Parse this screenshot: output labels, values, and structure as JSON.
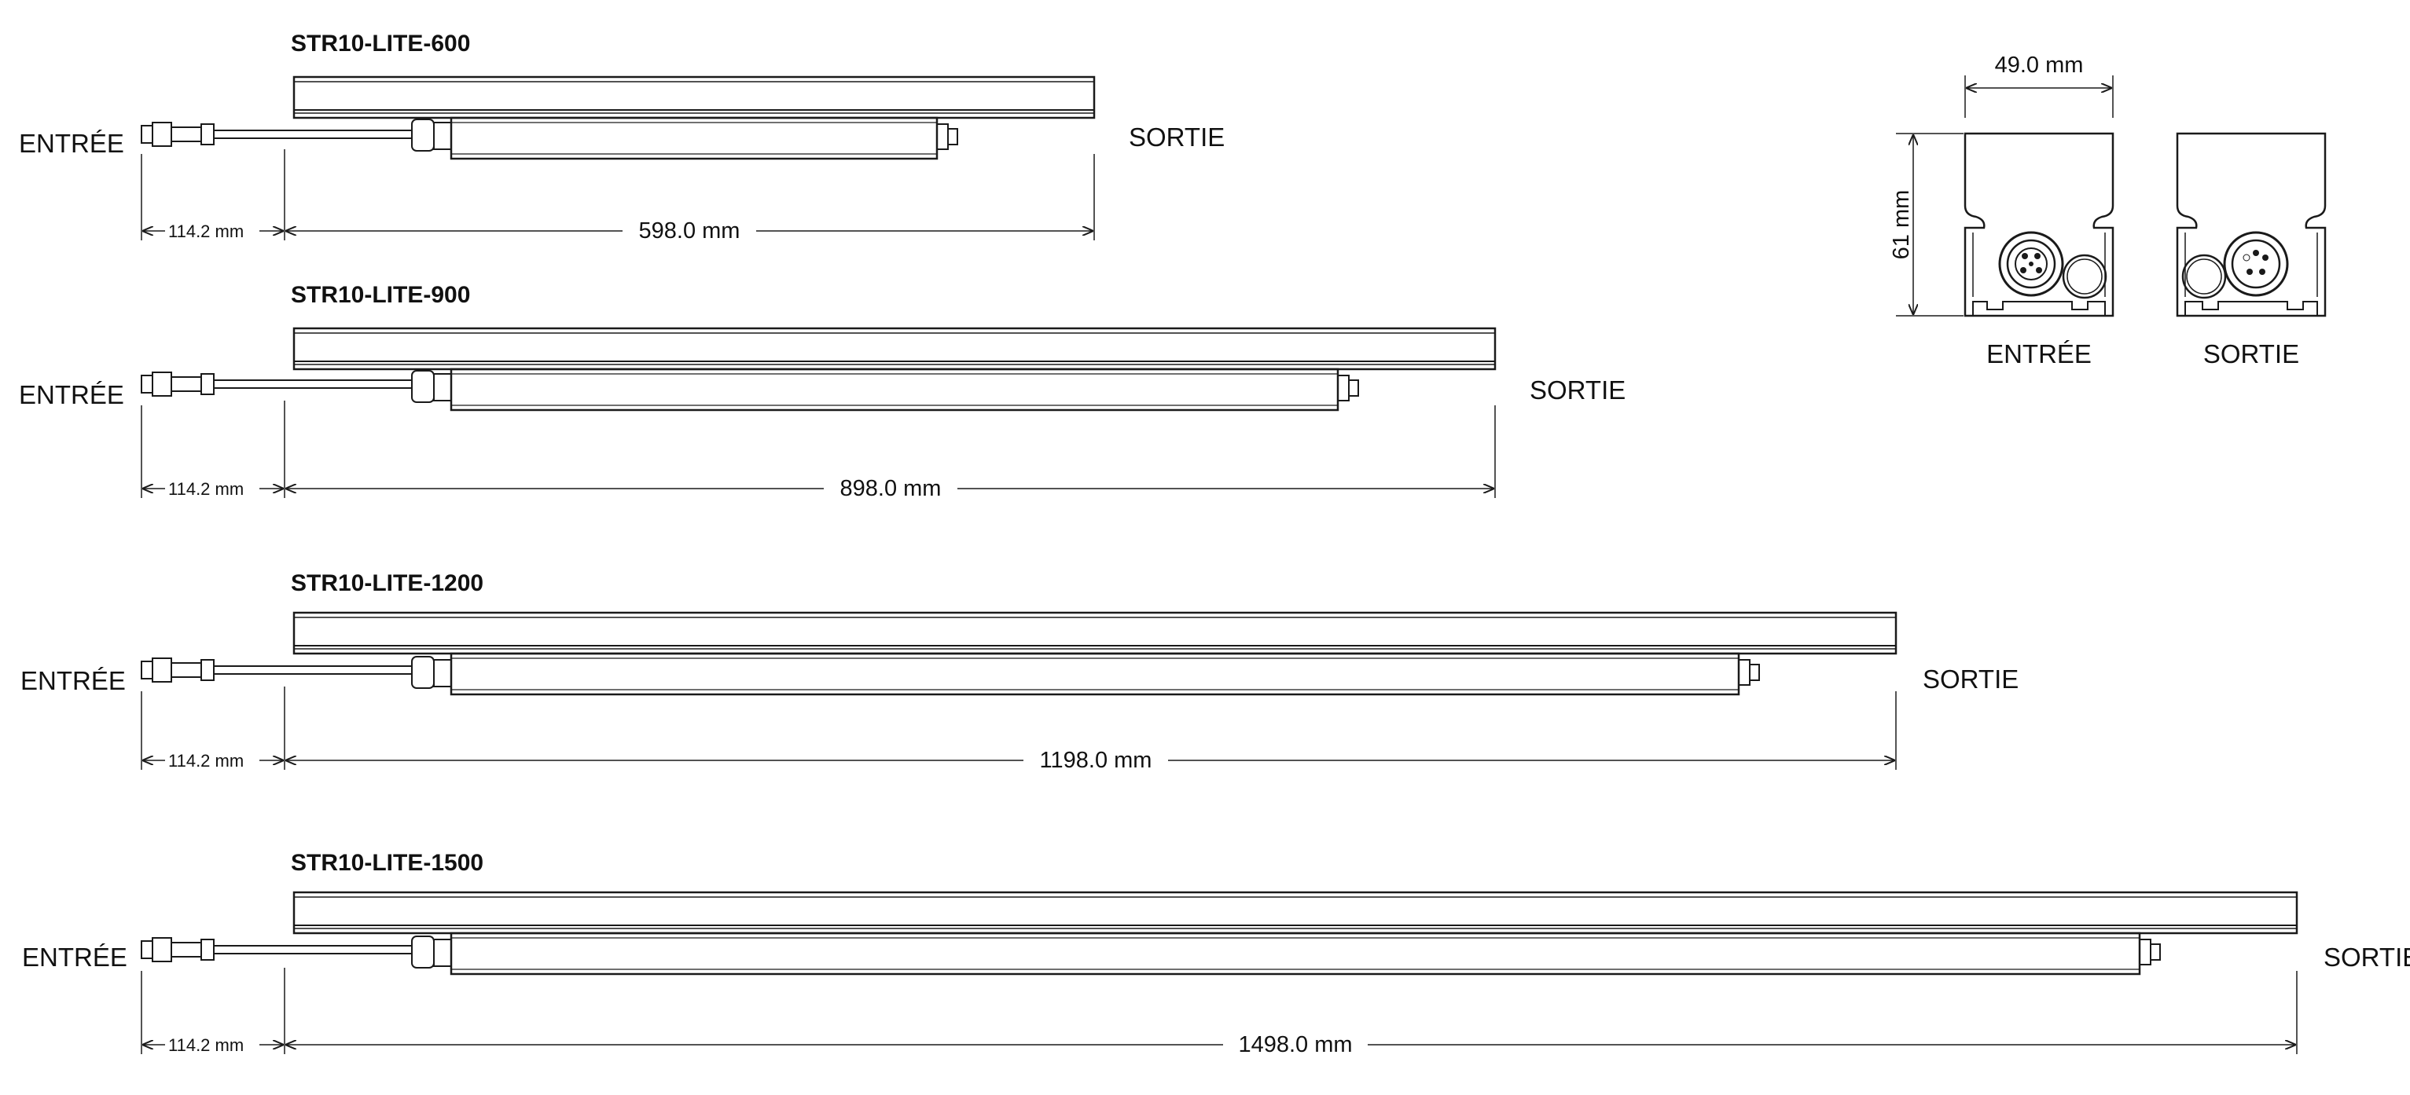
{
  "fixtures": [
    {
      "model": "STR10-LITE-600",
      "input_label": "ENTRÉE",
      "output_label": "SORTIE",
      "cable_dimension": "114.2 mm",
      "length_dimension": "598.0 mm"
    },
    {
      "model": "STR10-LITE-900",
      "input_label": "ENTRÉE",
      "output_label": "SORTIE",
      "cable_dimension": "114.2 mm",
      "length_dimension": "898.0 mm"
    },
    {
      "model": "STR10-LITE-1200",
      "input_label": "ENTRÉE",
      "output_label": "SORTIE",
      "cable_dimension": "114.2 mm",
      "length_dimension": "1198.0 mm"
    },
    {
      "model": "STR10-LITE-1500",
      "input_label": "ENTRÉE",
      "output_label": "SORTIE",
      "cable_dimension": "114.2 mm",
      "length_dimension": "1498.0 mm"
    }
  ],
  "end_views": {
    "width_dimension": "49.0 mm",
    "height_dimension": "61 mm",
    "input_view_label": "ENTRÉE",
    "output_view_label": "SORTIE"
  },
  "colors": {
    "line": "#1a1a1a",
    "background": "#ffffff"
  }
}
